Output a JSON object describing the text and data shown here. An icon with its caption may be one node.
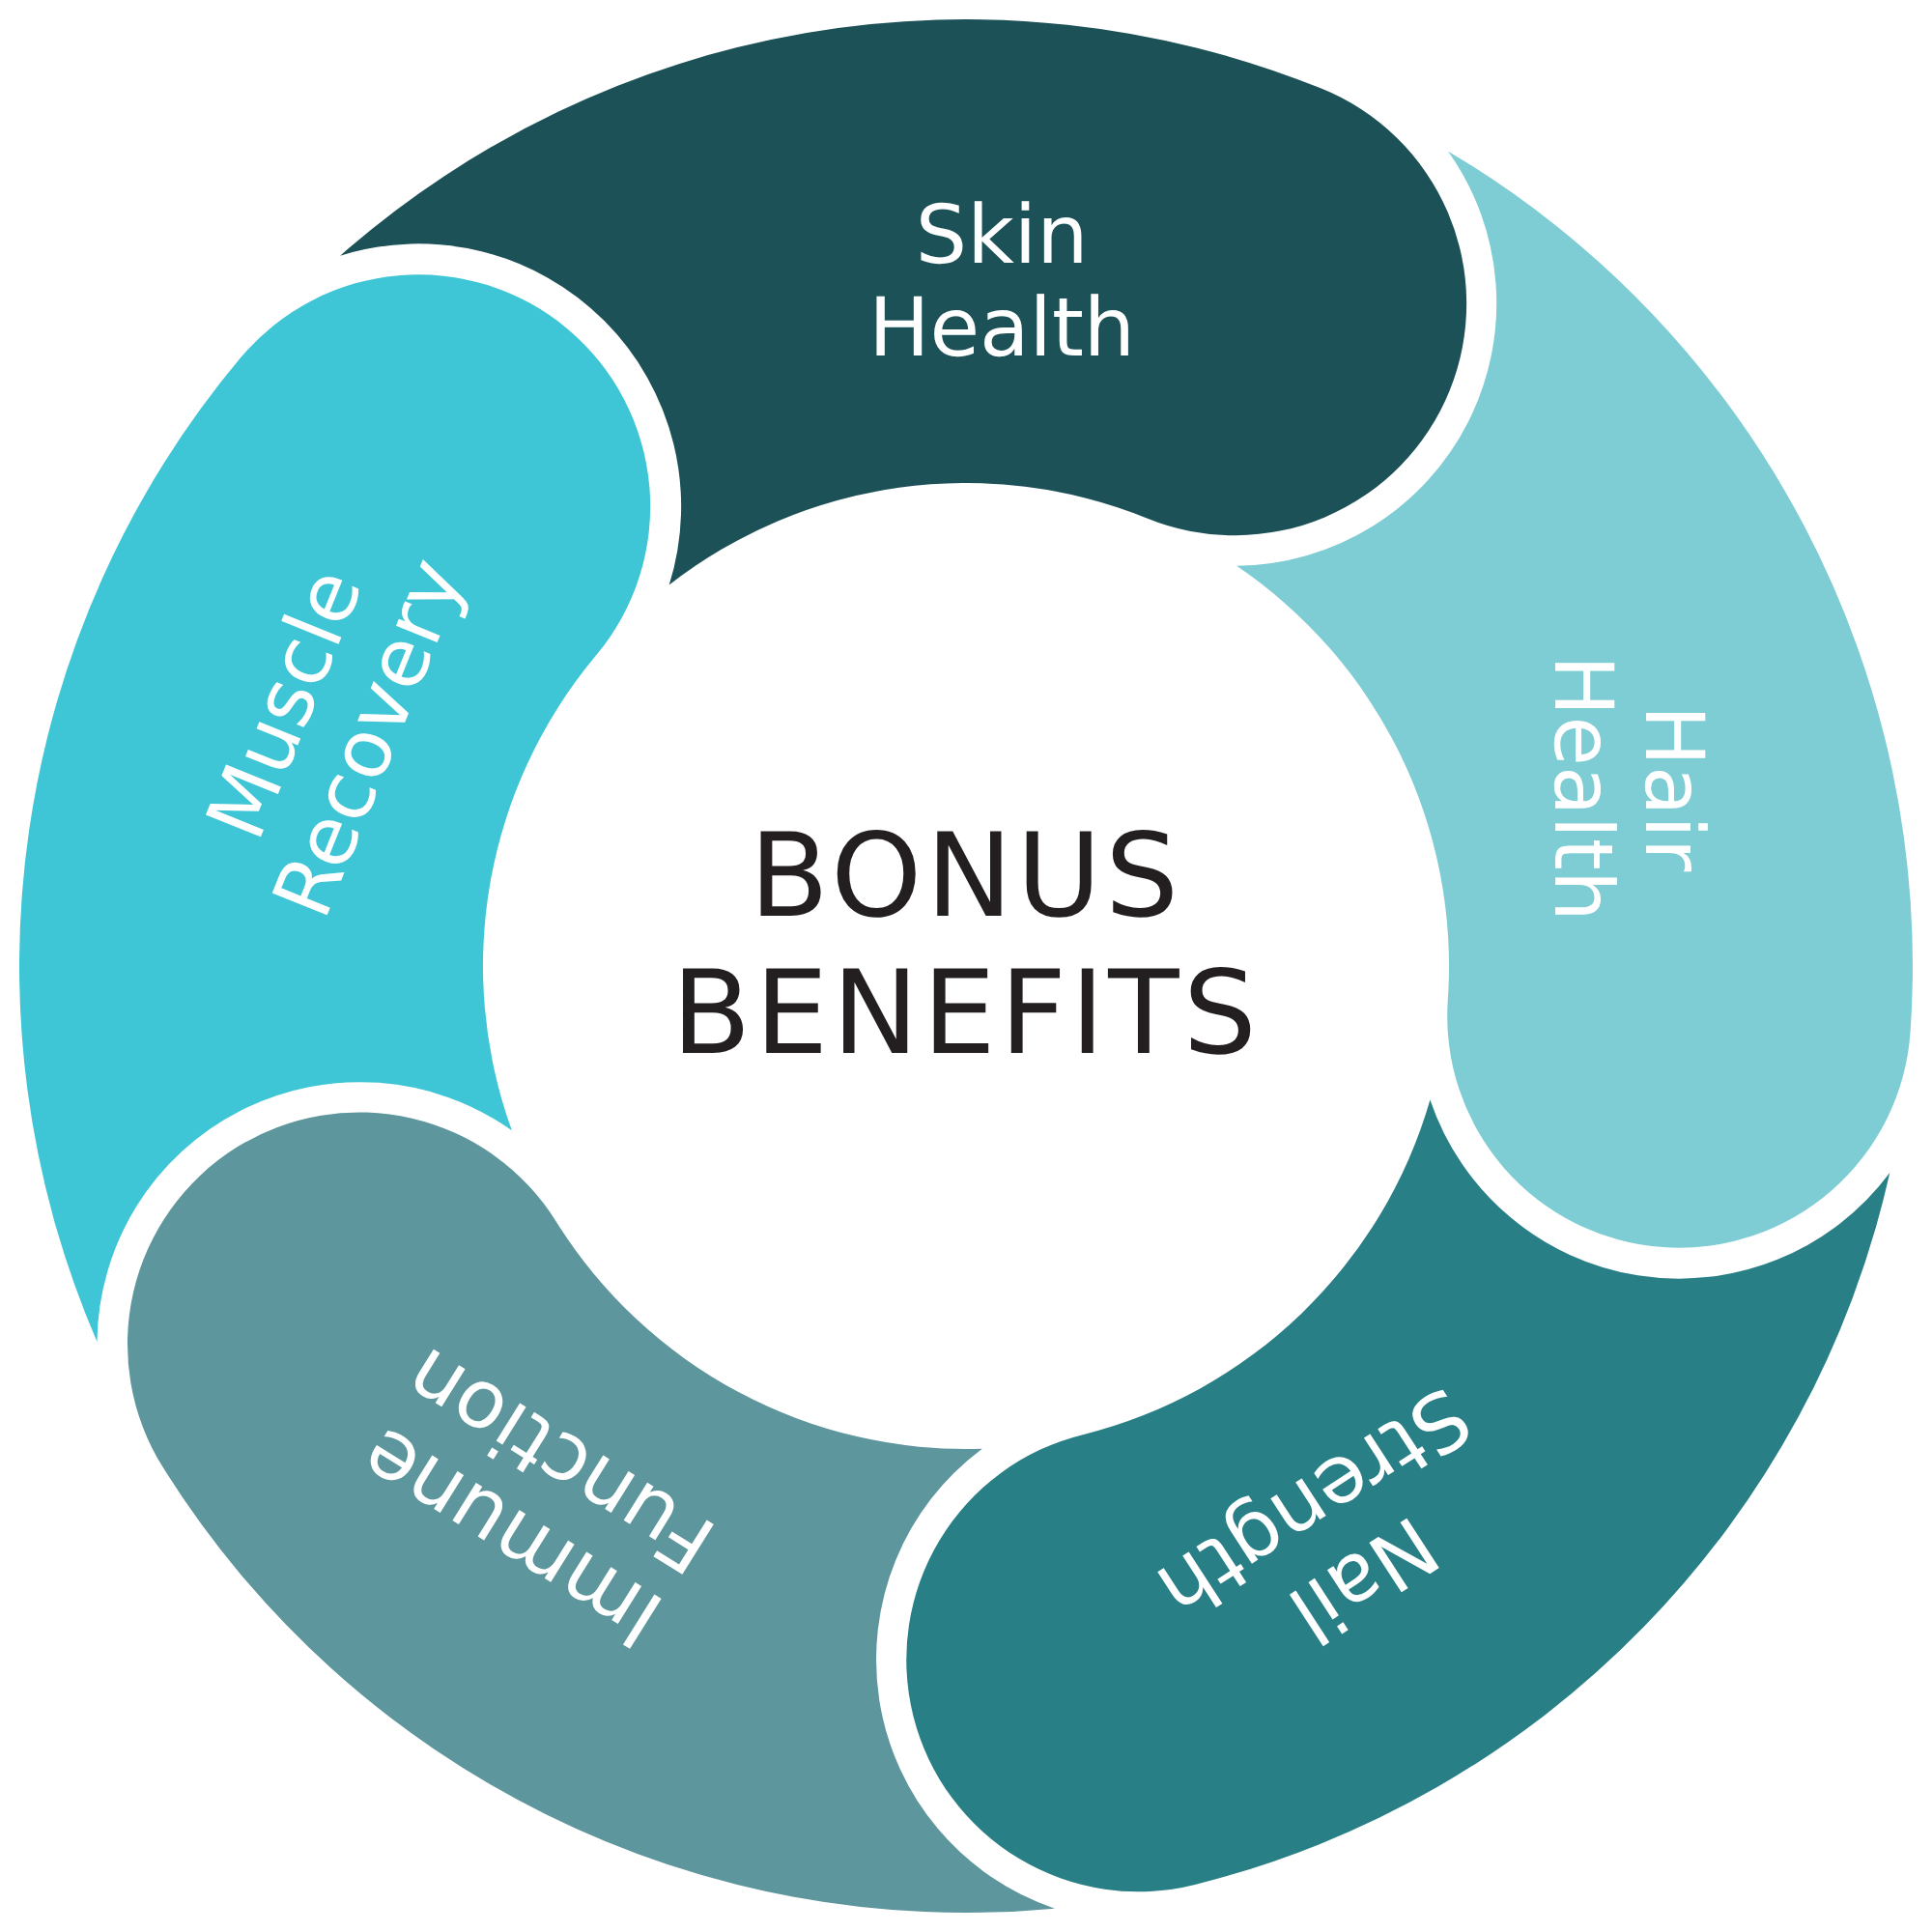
{
  "diagram": {
    "title": "BONUS BENEFITS",
    "nodes": [
      {
        "text": [
          "Skin Health"
        ]
      },
      {
        "text": [
          "Hair Health"
        ]
      },
      {
        "text": [
          "Nail Strength"
        ]
      },
      {
        "text": [
          "Immune Function"
        ]
      },
      {
        "text": [
          "Muscle Recovery"
        ]
      }
    ]
  }
}
